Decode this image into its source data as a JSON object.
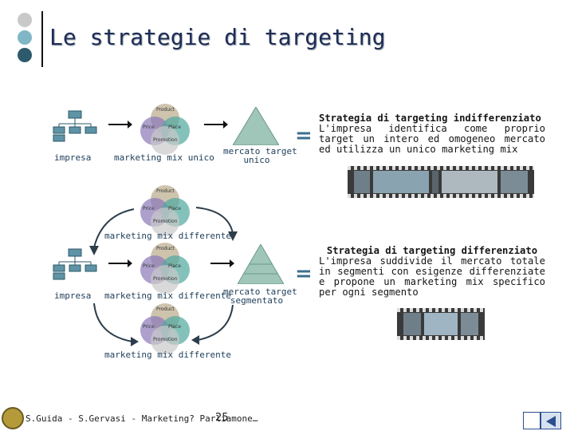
{
  "slide": {
    "title": "Le strategie di targeting",
    "colors": {
      "dot1": "#c9c9c9",
      "dot2": "#7fb7c7",
      "dot3": "#2d5a6c",
      "accent": "#3c6f8c"
    }
  },
  "diagram": {
    "impresa_label_1": "impresa",
    "impresa_label_2": "impresa",
    "mix_unico": "marketing mix unico",
    "mix_differente_top": "marketing mix differente",
    "mix_differente_mid": "marketing mix differente",
    "mix_differente_bottom": "marketing mix differente",
    "mercato_unico_l1": "mercato target",
    "mercato_unico_l2": "unico",
    "mercato_seg_l1": "mercato target",
    "mercato_seg_l2": "segmentato",
    "venn": {
      "top": "Product",
      "left": "Price",
      "right": "Place",
      "bottom": "Promotion"
    },
    "equals": "="
  },
  "text_blocks": {
    "indiff": {
      "heading": "Strategia di targeting indifferenziato",
      "body": "L'impresa identifica come proprio target un intero ed omogeneo mercato ed utilizza un unico marketing mix"
    },
    "diff": {
      "heading": "Strategia di targeting differenziato",
      "body": "L'impresa suddivide il mercato totale in segmenti con esigenze differenziate e propone un marketing mix specifico per ogni segmento"
    }
  },
  "footer": {
    "credit": "S.Guida - S.Gervasi - Marketing? Parliamone…",
    "page_number": "25"
  }
}
